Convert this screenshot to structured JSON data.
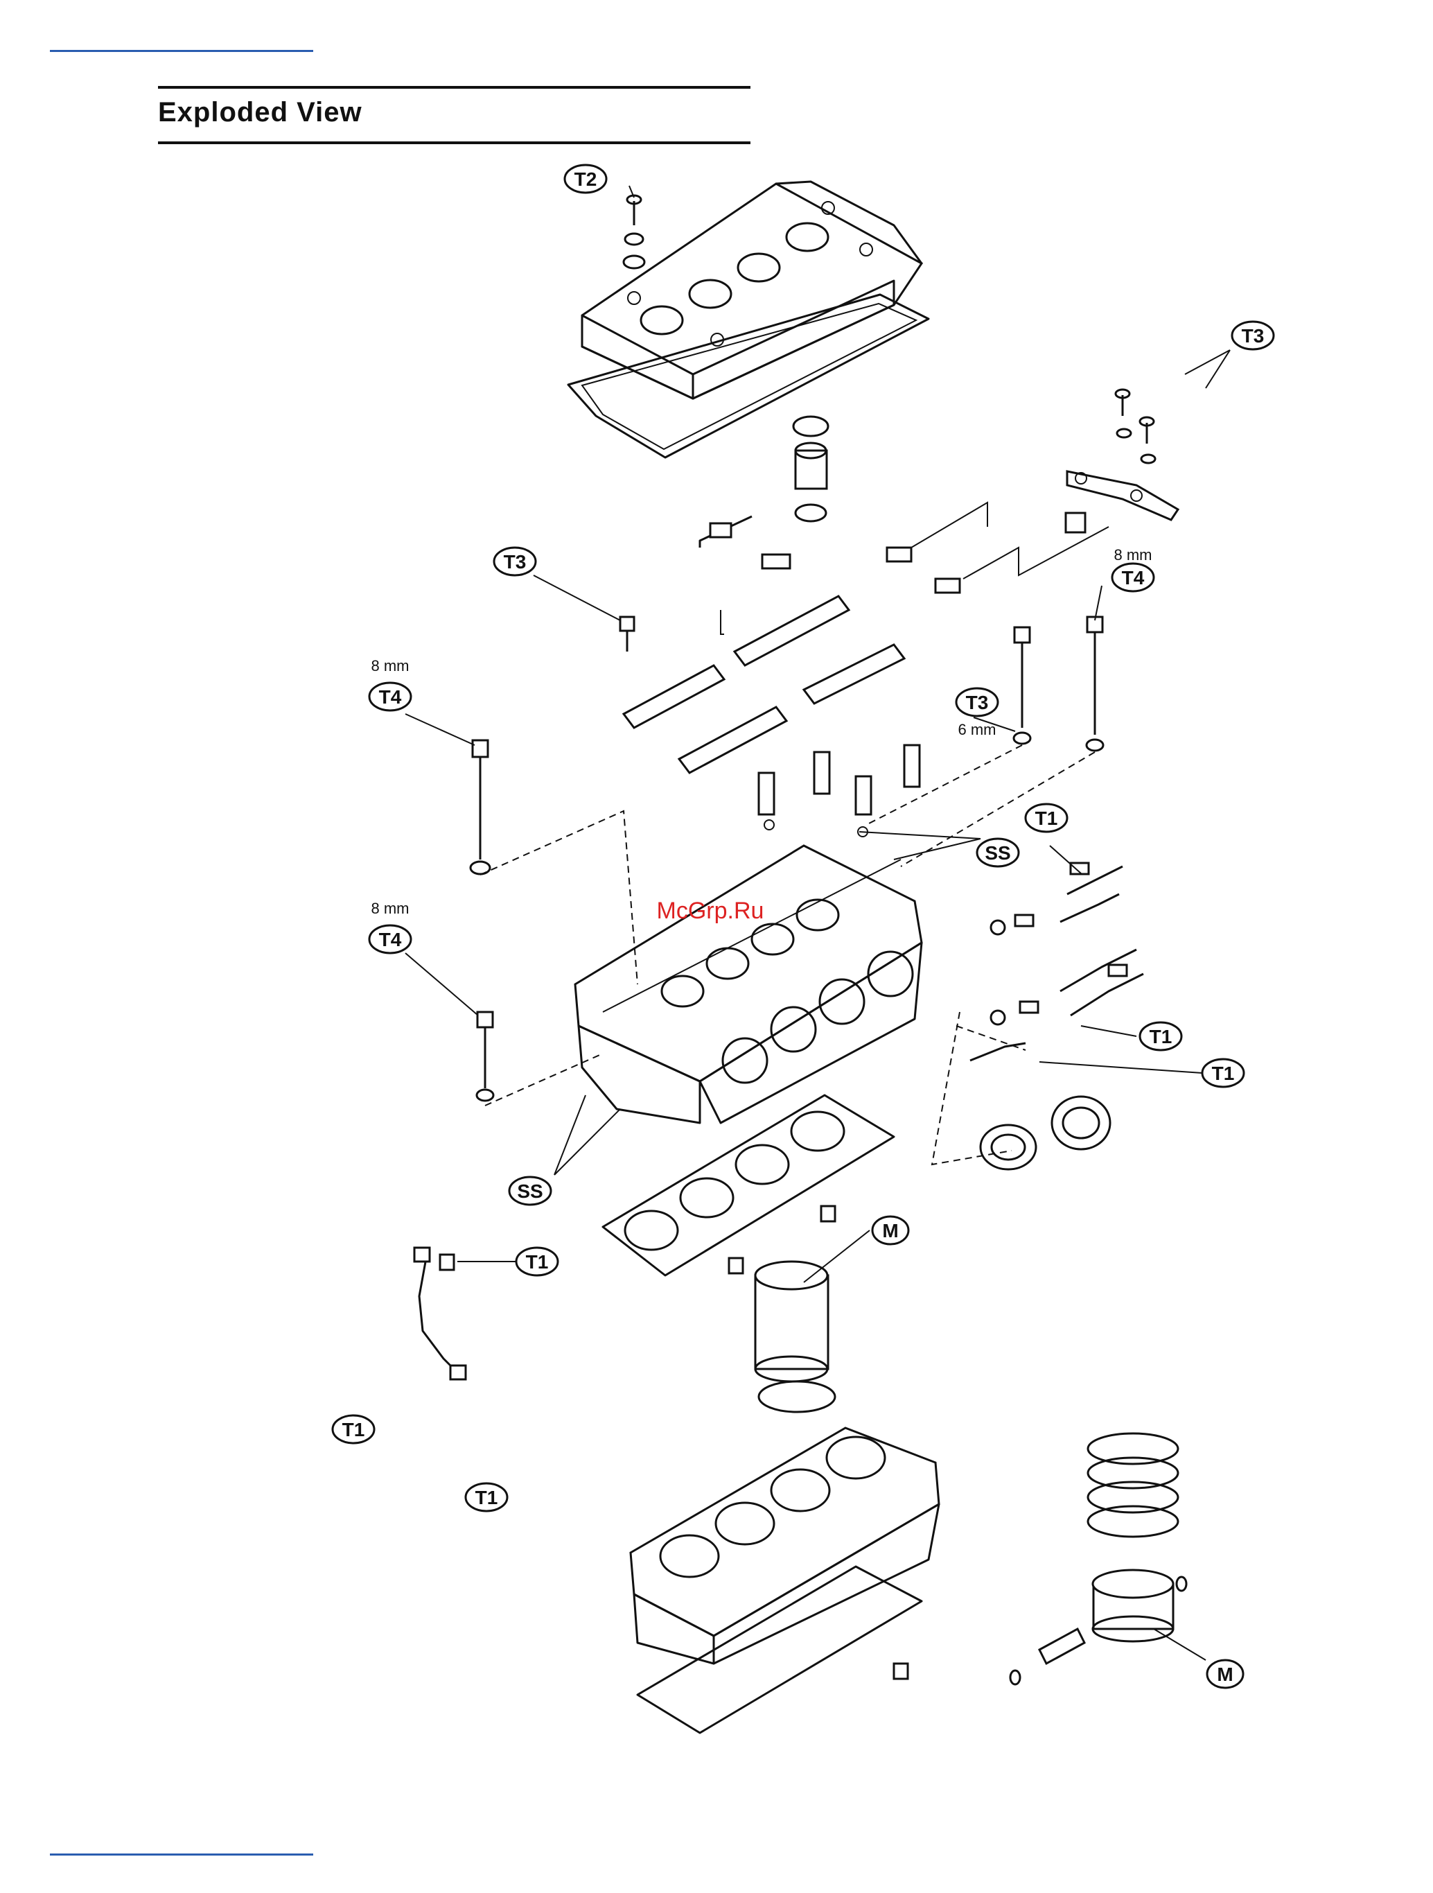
{
  "page": {
    "title": "Exploded View",
    "watermark": "McGrp.Ru"
  },
  "labels": {
    "T1": "T1",
    "T2": "T2",
    "T3": "T3",
    "T4": "T4",
    "SS": "SS",
    "M": "M"
  },
  "dims": {
    "mm8": "8 mm",
    "mm6": "6 mm"
  },
  "colors": {
    "accent_rule": "#2a5db0",
    "watermark": "#d22222"
  }
}
